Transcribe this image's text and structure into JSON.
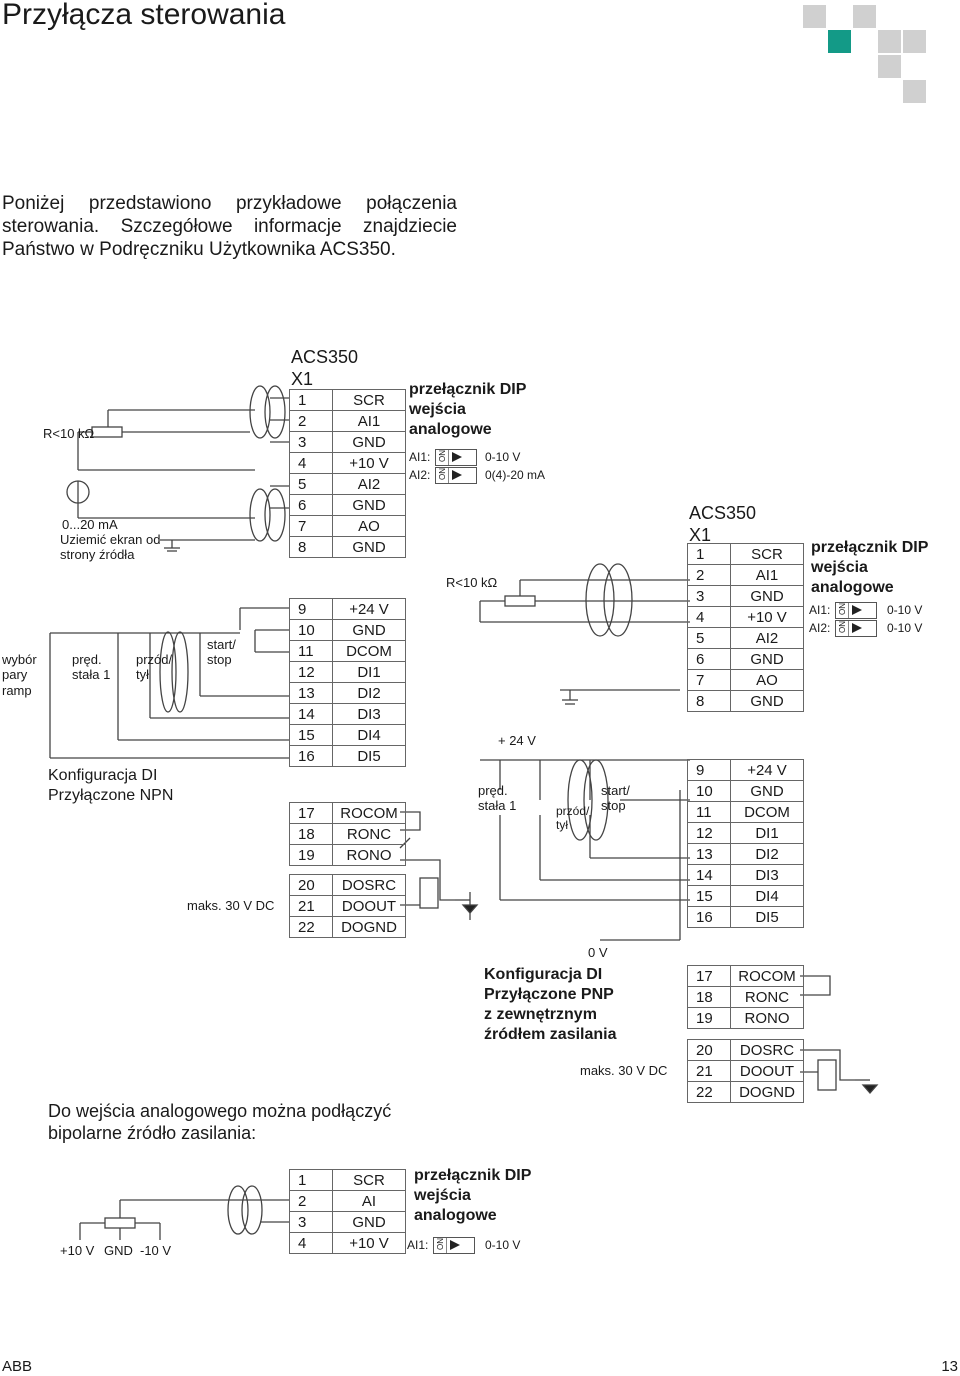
{
  "title": "Przyłącza sterowania",
  "intro": "Poniżej przedstawiono przykładowe połączenia sterowania. Szczegółowe informacje znajdziecie Państwo w Podręczniku Użytkownika ACS350.",
  "brand_color": "#139a87",
  "npn": {
    "device": "ACS350",
    "connector": "X1",
    "r_label": "R<10 kΩ",
    "ma_label": "0...20 mA",
    "ground_label_1": "Uziemić ekran od",
    "ground_label_2": "strony źródła",
    "ramp_1": "wybór",
    "ramp_2": "pary",
    "ramp_3": "ramp",
    "speed_1": "pręd.",
    "speed_2": "stała 1",
    "dir_1": "przód/",
    "dir_2": "tył",
    "start_1": "start/",
    "start_2": "stop",
    "config_1": "Konfiguracja DI",
    "config_2": "Przyłączone NPN",
    "max_label": "maks. 30 V DC",
    "dip_title_1": "przełącznik DIP",
    "dip_title_2": "wejścia",
    "dip_title_3": "analogowe",
    "dip_rows": [
      {
        "label": "AI1:",
        "on": "ON",
        "value": "0-10 V"
      },
      {
        "label": "AI2:",
        "on": "ON",
        "value": "0(4)-20 mA"
      }
    ],
    "terminals_a": [
      [
        "1",
        "SCR"
      ],
      [
        "2",
        "AI1"
      ],
      [
        "3",
        "GND"
      ],
      [
        "4",
        "+10 V"
      ],
      [
        "5",
        "AI2"
      ],
      [
        "6",
        "GND"
      ],
      [
        "7",
        "AO"
      ],
      [
        "8",
        "GND"
      ]
    ],
    "terminals_b": [
      [
        "9",
        "+24 V"
      ],
      [
        "10",
        "GND"
      ],
      [
        "11",
        "DCOM"
      ],
      [
        "12",
        "DI1"
      ],
      [
        "13",
        "DI2"
      ],
      [
        "14",
        "DI3"
      ],
      [
        "15",
        "DI4"
      ],
      [
        "16",
        "DI5"
      ]
    ],
    "terminals_c": [
      [
        "17",
        "ROCOM"
      ],
      [
        "18",
        "RONC"
      ],
      [
        "19",
        "RONO"
      ]
    ],
    "terminals_d": [
      [
        "20",
        "DOSRC"
      ],
      [
        "21",
        "DOOUT"
      ],
      [
        "22",
        "DOGND"
      ]
    ]
  },
  "pnp": {
    "device": "ACS350",
    "connector": "X1",
    "r_label": "R<10 kΩ",
    "v24_label": "+ 24 V",
    "speed_1": "pręd.",
    "speed_2": "stała 1",
    "dir_1": "przód/",
    "dir_2": "tył",
    "start_1": "start/",
    "start_2": "stop",
    "zero_v": "0 V",
    "config_1": "Konfiguracja DI",
    "config_2": "Przyłączone PNP",
    "config_3": "z zewnętrznym",
    "config_4": "źródłem zasilania",
    "max_label": "maks. 30 V DC",
    "dip_title_1": "przełącznik DIP",
    "dip_title_2": "wejścia",
    "dip_title_3": "analogowe",
    "dip_rows": [
      {
        "label": "AI1:",
        "on": "ON",
        "value": "0-10 V"
      },
      {
        "label": "AI2:",
        "on": "ON",
        "value": "0-10 V"
      }
    ],
    "terminals_a": [
      [
        "1",
        "SCR"
      ],
      [
        "2",
        "AI1"
      ],
      [
        "3",
        "GND"
      ],
      [
        "4",
        "+10 V"
      ],
      [
        "5",
        "AI2"
      ],
      [
        "6",
        "GND"
      ],
      [
        "7",
        "AO"
      ],
      [
        "8",
        "GND"
      ]
    ],
    "terminals_b": [
      [
        "9",
        "+24 V"
      ],
      [
        "10",
        "GND"
      ],
      [
        "11",
        "DCOM"
      ],
      [
        "12",
        "DI1"
      ],
      [
        "13",
        "DI2"
      ],
      [
        "14",
        "DI3"
      ],
      [
        "15",
        "DI4"
      ],
      [
        "16",
        "DI5"
      ]
    ],
    "terminals_c": [
      [
        "17",
        "ROCOM"
      ],
      [
        "18",
        "RONC"
      ],
      [
        "19",
        "RONO"
      ]
    ],
    "terminals_d": [
      [
        "20",
        "DOSRC"
      ],
      [
        "21",
        "DOOUT"
      ],
      [
        "22",
        "DOGND"
      ]
    ]
  },
  "bipolar": {
    "text_1": "Do wejścia analogowego można podłączyć",
    "text_2": "bipolarne źródło zasilania:",
    "source_1": "+10 V",
    "source_2": "GND",
    "source_3": "-10 V",
    "terminals": [
      [
        "1",
        "SCR"
      ],
      [
        "2",
        "AI"
      ],
      [
        "3",
        "GND"
      ],
      [
        "4",
        "+10 V"
      ]
    ],
    "dip_title_1": "przełącznik DIP",
    "dip_title_2": "wejścia",
    "dip_title_3": "analogowe",
    "dip_rows": [
      {
        "label": "AI1:",
        "on": "ON",
        "value": "0-10 V"
      }
    ]
  },
  "footer": {
    "brand": "ABB",
    "page": "13"
  }
}
